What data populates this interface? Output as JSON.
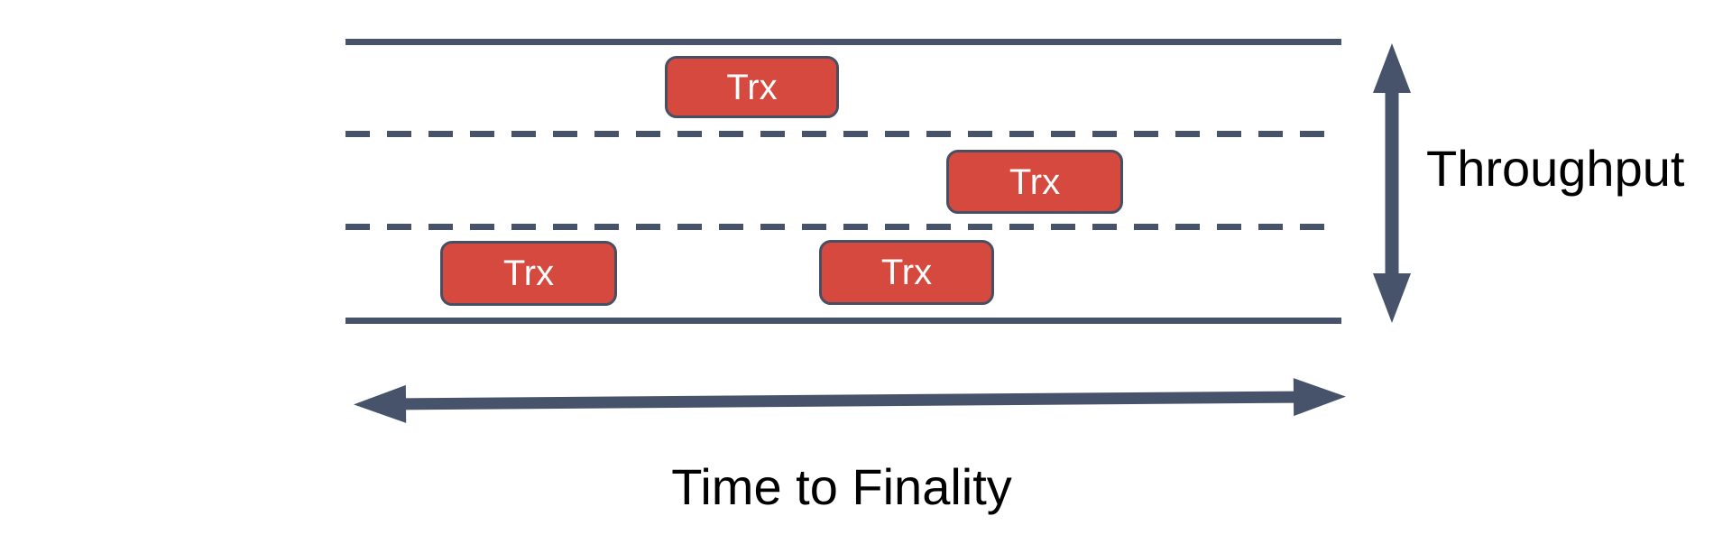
{
  "diagram": {
    "vertical_axis": {
      "label": "Throughput",
      "icon": "double-arrow-vertical"
    },
    "horizontal_axis": {
      "label": "Time to Finality",
      "icon": "double-arrow-horizontal"
    },
    "lanes": {
      "count": 3,
      "boundary_style": "solid",
      "divider_style": "dashed"
    },
    "boxes": [
      {
        "label": "Trx",
        "lane": "top"
      },
      {
        "label": "Trx",
        "lane": "middle"
      },
      {
        "label": "Trx",
        "lane": "bottom"
      },
      {
        "label": "Trx",
        "lane": "bottom"
      }
    ],
    "colors": {
      "line": "#47536B",
      "box_fill": "#D5493E",
      "box_border": "#474F63",
      "box_text": "#FFFFFF",
      "label_text": "#000000",
      "background": "#FFFFFF"
    }
  }
}
